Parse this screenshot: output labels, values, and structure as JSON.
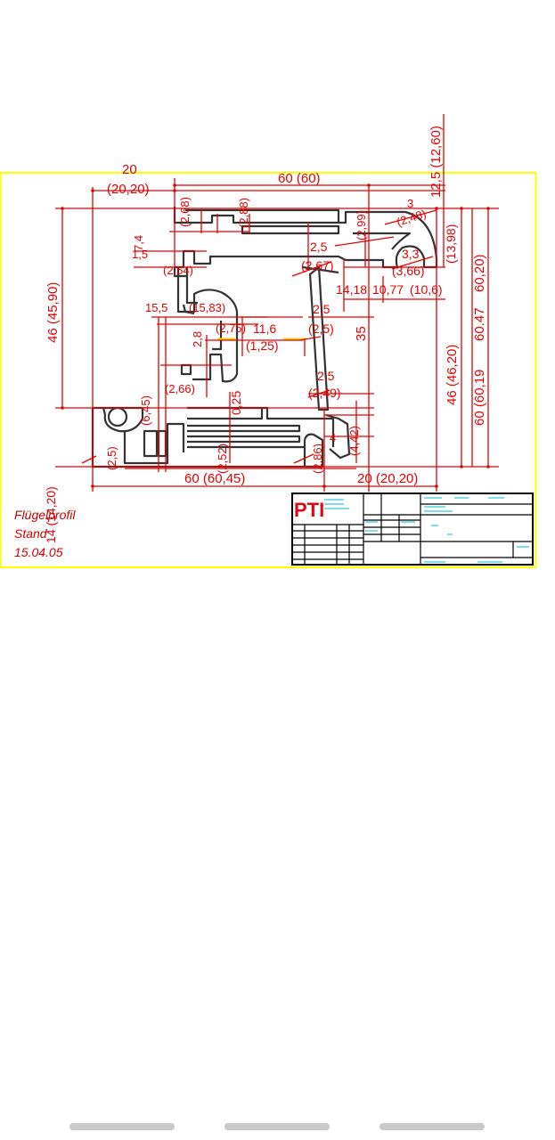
{
  "drawing": {
    "dimensions": {
      "top_20": "20",
      "top_20_ref": "(20,20)",
      "top_60": "60  (60)",
      "right_12_5": "12,5 (12,60)",
      "left_46": "46 (45,90)",
      "r_46": "46  (46,20)",
      "r_60": "60  (60,19",
      "r_60_47": "60.47",
      "r_60_20": "60,20)",
      "r_13_98": "(13,98)",
      "r_3": "3",
      "r_2_48": "(2,48)",
      "r_3_3": "3,3",
      "r_3_66": "(3,66)",
      "r_14_18": "14,18",
      "r_10_77": "10,77",
      "r_10_6": "(10,6)",
      "m_2_5a": "2,5",
      "m_2_67": "(2,67)",
      "m_2_5b": "2,5",
      "m_2_5c": "(2,5)",
      "m_35": "35",
      "m_2_5d": "2,5",
      "m_2_49": "(2,49)",
      "m_11_6": "11,6",
      "m_2_75": "(2,75)",
      "m_1_25": "(1,25)",
      "m_0_25": "0,25",
      "m_2_8": "2,8",
      "m_2_54": "(2,54)",
      "m_2_68": "(2,68)",
      "m_2_88": "(2,88)",
      "m_2_99": "(2,99)",
      "m_2_66": "(2,66)",
      "m_15_5": "15,5",
      "m_15_83": "(15,83)",
      "m_7_4": "7,4",
      "m_1_5": "1,5",
      "m_6_45": "(6,45)",
      "m_2_52": "(2,52)",
      "m_2_86": "(2,86)",
      "m_4_42": "(4,42)",
      "m_4": "4",
      "m_2_5e": "(2,5)",
      "bottom_60": "60 (60,45)",
      "bottom_20": "20 (20,20)"
    },
    "notes": {
      "line1": "Flügelprofil",
      "line2": "Stand",
      "line3": "15.04.05",
      "left_14_20": "14 (14,20)"
    },
    "title_block": {
      "logo": "PTI"
    }
  },
  "colors": {
    "frame": "#ffff00",
    "dimension": "#e60000",
    "profile": "#333333",
    "title_block": "#000000",
    "logo": "#e30613",
    "cyan_text": "#00bcd4"
  }
}
